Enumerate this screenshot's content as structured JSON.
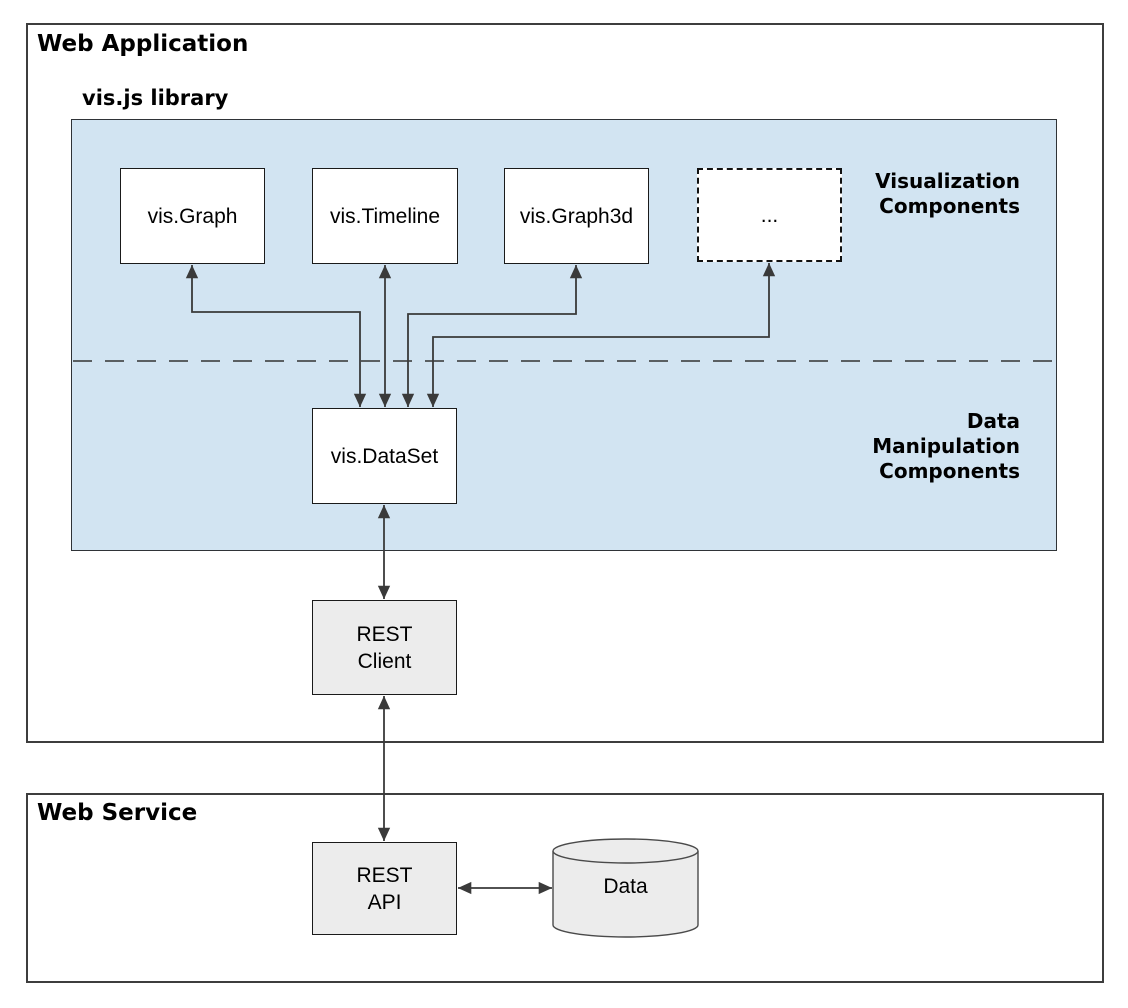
{
  "sections": {
    "web_application": {
      "title": "Web Application"
    },
    "web_service": {
      "title": "Web Service"
    }
  },
  "library": {
    "label": "vis.js library",
    "visualization_components_label": "Visualization\nComponents",
    "data_manipulation_components_label": "Data\nManipulation\nComponents"
  },
  "nodes": {
    "vis_graph": {
      "label": "vis.Graph"
    },
    "vis_timeline": {
      "label": "vis.Timeline"
    },
    "vis_graph3d": {
      "label": "vis.Graph3d"
    },
    "placeholder": {
      "label": "..."
    },
    "vis_dataset": {
      "label": "vis.DataSet"
    },
    "rest_client": {
      "label": "REST\nClient"
    },
    "rest_api": {
      "label": "REST\nAPI"
    },
    "data_store": {
      "label": "Data"
    }
  },
  "colors": {
    "library_fill": "#d2e4f2",
    "node_fill": "#ffffff",
    "service_node_fill": "#ececec",
    "border_dark": "#1a1a1a",
    "section_border": "#3d3d3d",
    "arrow": "#3a3a3a"
  }
}
